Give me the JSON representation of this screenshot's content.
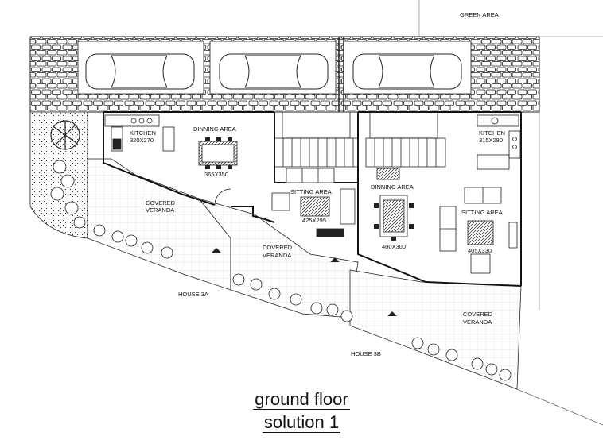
{
  "labels": {
    "green_area": "GREEN AREA",
    "kitchen_left": "KITCHEN",
    "kitchen_left_size": "320X270",
    "dining_left": "DINNING AREA",
    "dining_left_size": "365X350",
    "sitting_left": "SITTING AREA",
    "sitting_left_size": "425X295",
    "veranda_left_1": "COVERED",
    "veranda_left_2": "VERANDA",
    "veranda_mid_1": "COVERED",
    "veranda_mid_2": "VERANDA",
    "house_3a": "HOUSE 3A",
    "dining_right": "DINNING AREA",
    "dining_right_size": "400X300",
    "sitting_right": "SITTING AREA",
    "sitting_right_size": "405X330",
    "kitchen_right": "KITCHEN",
    "kitchen_right_size": "315X280",
    "veranda_right_1": "COVERED",
    "veranda_right_2": "VERANDA",
    "house_3b": "HOUSE 3B"
  },
  "caption": {
    "line1": "ground floor",
    "line2": "solution 1"
  }
}
